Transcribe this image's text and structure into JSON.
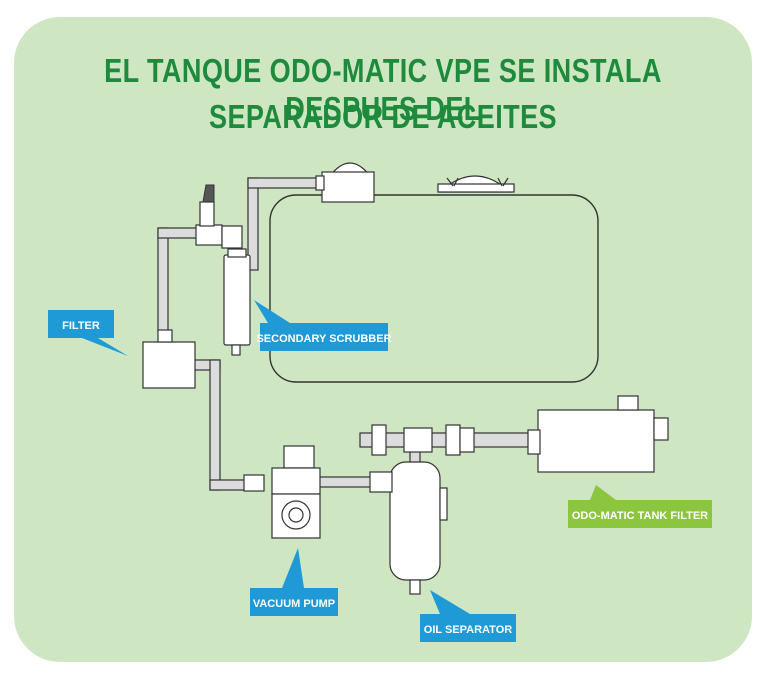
{
  "title": {
    "line1": "EL TANQUE ODO-MATIC VPE SE INSTALA DESPUES DEL",
    "line2": "SEPARADOR DE ACEITES"
  },
  "labels": {
    "filter": "FILTER",
    "secondary_scrubber": "SECONDARY SCRUBBER",
    "odo_matic_tank_filter": "ODO-MATIC TANK FILTER",
    "vacuum_pump": "VACUUM PUMP",
    "oil_separator": "OIL SEPARATOR"
  },
  "colors": {
    "background_panel": "#cfe6c2",
    "title": "#1e8a3c",
    "callout_blue": "#1f9ad6",
    "callout_green": "#8cc63f",
    "pipe": "#dcdcdc",
    "outline": "#333333"
  }
}
